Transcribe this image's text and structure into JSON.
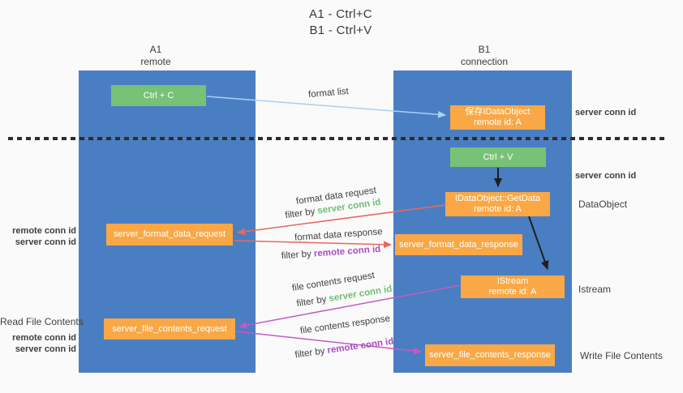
{
  "title": {
    "line1": "A1 - Ctrl+C",
    "line2": "B1 - Ctrl+V"
  },
  "lanes": {
    "a1": {
      "title": "A1",
      "subtitle": "remote"
    },
    "b1": {
      "title": "B1",
      "subtitle": "connection"
    }
  },
  "nodes": {
    "ctrl_c": {
      "label": "Ctrl + C"
    },
    "ctrl_v": {
      "label": "Ctrl + V"
    },
    "save_dataobject": {
      "line1": "保存IDataObject",
      "line2": "remote id: A"
    },
    "getdata": {
      "line1": "IDataObject::GetData",
      "line2": "remote id: A"
    },
    "istream": {
      "line1": "IStream",
      "line2": "remote id: A"
    },
    "format_request": {
      "label": "server_format_data_request"
    },
    "format_response": {
      "label": "server_format_data_response"
    },
    "file_request": {
      "label": "server_file_contents_request"
    },
    "file_response": {
      "label": "server_file_contents_response"
    }
  },
  "arrow_labels": {
    "format_list": "format list",
    "format_data_request": "format data request",
    "format_data_response": "format data response",
    "file_contents_request": "file contents request",
    "file_contents_response": "file contents response",
    "filter_by": "filter by ",
    "server_conn_id": "server conn id",
    "remote_conn_id": "remote conn id"
  },
  "side_labels": {
    "left": {
      "remote_conn_id": "remote conn id",
      "server_conn_id": "server conn id",
      "read_file_contents": "Read File Contents"
    },
    "right": {
      "server_conn_id": "server conn id",
      "dataobject": "DataObject",
      "istream": "Istream",
      "write_file_contents": "Write File Contents"
    }
  },
  "colors": {
    "lane_blue": "#4a7ec2",
    "green_box": "#77c277",
    "orange_box": "#f9a845",
    "arrow_light_blue": "#a9d2ef",
    "arrow_red": "#e8695c",
    "arrow_magenta": "#c45ac4",
    "arrow_black": "#1f1f1f",
    "text_green": "#6fbf6f",
    "text_purple": "#a84cc8",
    "background": "#fafafa"
  }
}
